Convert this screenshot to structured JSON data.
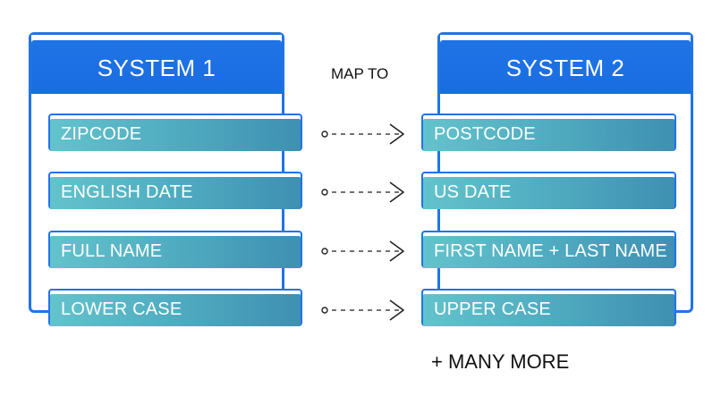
{
  "map_label": "MAP TO",
  "system_left": {
    "title": "SYSTEM 1",
    "fields": [
      "ZIPCODE",
      "ENGLISH DATE",
      "FULL NAME",
      "LOWER CASE"
    ]
  },
  "system_right": {
    "title": "SYSTEM 2",
    "fields": [
      "POSTCODE",
      "US DATE",
      "FIRST NAME + LAST NAME",
      "UPPER CASE"
    ]
  },
  "footer_note": "+ MANY MORE",
  "colors": {
    "panel_border": "#1f74e6",
    "field_gradient_start": "#63c3cc",
    "field_gradient_end": "#3f90b2"
  }
}
